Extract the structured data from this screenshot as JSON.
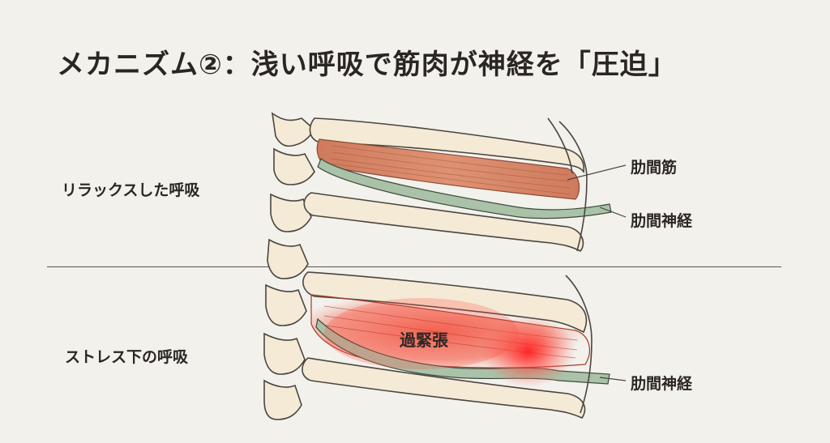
{
  "title": "メカニズム②：浅い呼吸で筋肉が神経を「圧迫」",
  "sections": {
    "relaxed": {
      "label": "リラックスした呼吸",
      "callouts": {
        "muscle": "肋間筋",
        "nerve": "肋間神経"
      }
    },
    "stress": {
      "label": "ストレス下の呼吸",
      "overstrain": "過緊張",
      "callouts": {
        "nerve": "肋間神経"
      }
    }
  },
  "colors": {
    "background": "#f3f1ec",
    "bone": "#f4ead6",
    "outline": "#4a4540",
    "muscle_relaxed": "#d9856a",
    "nerve": "#a9c2a8",
    "muscle_stressed": "#e2413a",
    "pressure_point": "#ff2a2a"
  }
}
